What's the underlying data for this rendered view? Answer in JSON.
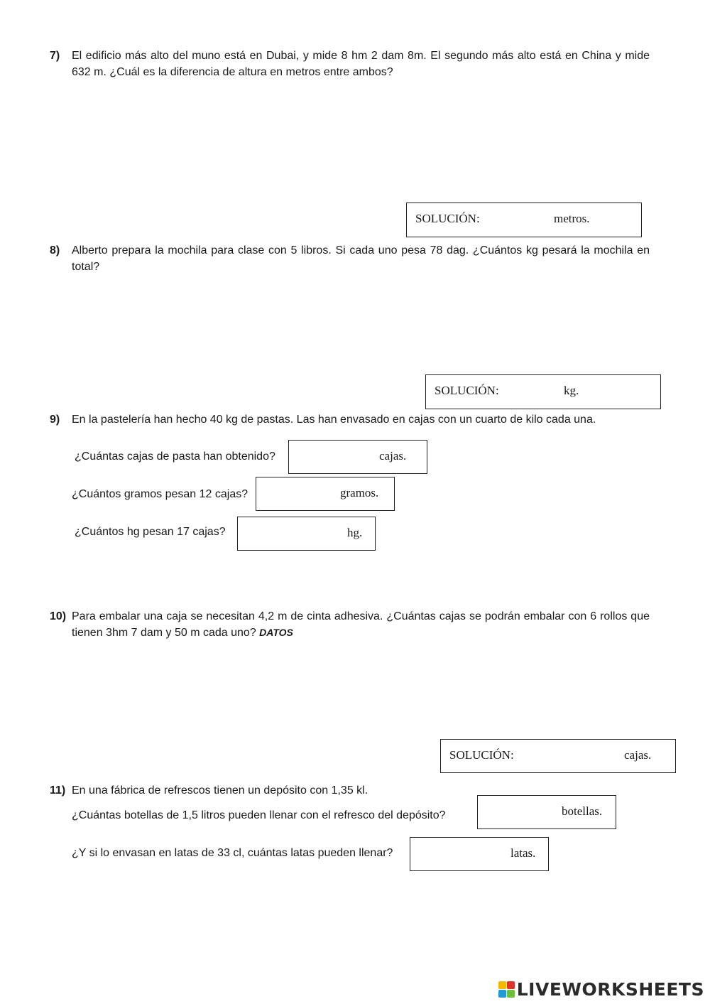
{
  "q7": {
    "number": "7)",
    "text": "El edificio más alto del muno está en Dubai, y mide 8 hm 2 dam 8m. El segundo más alto está en China y mide 632 m. ¿Cuál es la diferencia de altura en metros entre ambos?",
    "solution_label": "SOLUCIÓN:",
    "unit": "metros."
  },
  "q8": {
    "number": "8)",
    "text": "Alberto prepara la mochila para clase con 5 libros. Si cada uno pesa 78 dag. ¿Cuántos kg pesará la mochila en total?",
    "solution_label": "SOLUCIÓN:",
    "unit": "kg."
  },
  "q9": {
    "number": "9)",
    "text": "En la pastelería han hecho 40 kg de pastas. Las han envasado en cajas con un cuarto de kilo cada una.",
    "items": [
      {
        "question": "¿Cuántas cajas de pasta han obtenido?",
        "unit": "cajas."
      },
      {
        "question": "¿Cuántos gramos pesan 12 cajas?",
        "unit": "gramos."
      },
      {
        "question": "¿Cuántos hg pesan 17 cajas?",
        "unit": "hg."
      }
    ]
  },
  "q10": {
    "number": "10)",
    "text": "Para embalar una caja se necesitan 4,2 m de cinta adhesiva. ¿Cuántas cajas se podrán embalar con 6 rollos que tienen 3hm 7 dam y 50 m cada uno?",
    "datos": "DATOS",
    "solution_label": "SOLUCIÓN:",
    "unit": "cajas."
  },
  "q11": {
    "number": "11)",
    "text": "En una fábrica de refrescos tienen un depósito con 1,35 kl.",
    "items": [
      {
        "question": "¿Cuántas botellas de 1,5 litros pueden llenar con el refresco del depósito?",
        "unit": "botellas."
      },
      {
        "question": "¿Y si lo envasan en latas de 33 cl, cuántas latas pueden llenar?",
        "unit": "latas."
      }
    ]
  },
  "footer": {
    "logo_text": "LIVEWORKSHEETS",
    "logo_colors": [
      "#f5b800",
      "#e2332a",
      "#1f9ad6",
      "#6cbf3a"
    ]
  }
}
